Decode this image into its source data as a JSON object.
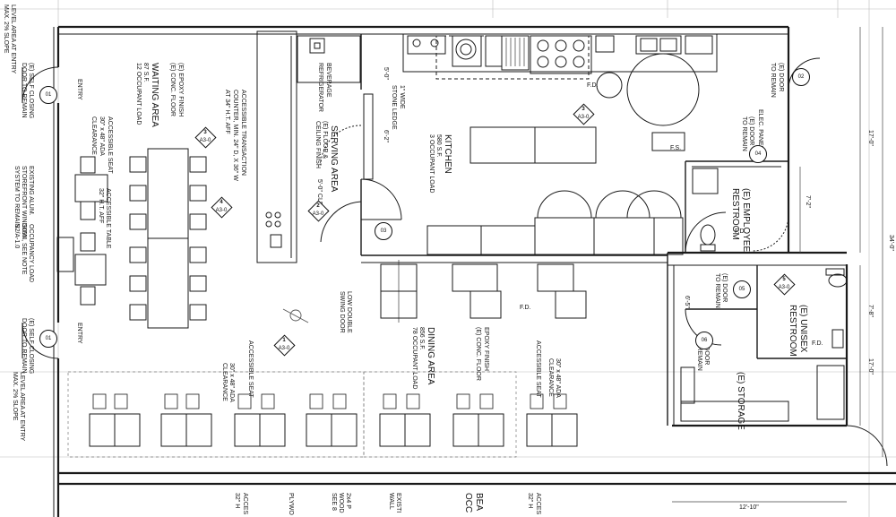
{
  "rooms": {
    "waiting": {
      "name": "WAITING AREA",
      "area": "87 S.F.",
      "load": "12 OCCUPANT LOAD",
      "finish_1": "(E) EPOXY FINISH",
      "finish_2": "(E) CONC. FLOOR"
    },
    "serving": {
      "name": "SERVING AREA",
      "note_1": "(E) FLOOR &",
      "note_2": "CEILING FINISH"
    },
    "kitchen": {
      "name": "KITCHEN",
      "area": "580 S.F.",
      "load": "3 OCCUPANT LOAD"
    },
    "dining": {
      "name": "DINING AREA",
      "area": "856 S.F.",
      "load": "78 OCCUPANT LOAD",
      "finish_1": "EPOXY FINISH",
      "finish_2": "(E) CONC. FLOOR"
    },
    "employee_restroom": {
      "name": "(E) EMPLOYEE",
      "name_2": "RESTROOM"
    },
    "unisex_restroom": {
      "name": "(E) UNISEX",
      "name_2": "RESTROOM"
    },
    "storage": {
      "name": "(E) STORAGE"
    }
  },
  "notes": {
    "transaction_1": "ACCESSIBLE TRANSACTION",
    "transaction_2": "COUNTER, MIN. 24\" D, X 36\" W",
    "transaction_3": "AT 34\" H.T. AFF",
    "beverage_1": "BEVERAGE",
    "beverage_2": "REFRIGERATOR",
    "stone_1": "1\" WIDE",
    "stone_2": "STONE LEDGE",
    "clr": "5'-0\" CLR",
    "dim_5_0": "5'-0\"",
    "dim_6_2": "6'-2\"",
    "swing_1": "LOW DOUBLE",
    "swing_2": "SWING DOOR",
    "acc_seat_1": "ACCESSIBLE SEAT",
    "acc_seat_2": "30\" x 48\" ADA",
    "acc_seat_3": "CLEARANCE",
    "acc_table_1": "ACCESSIBLE TABLE",
    "acc_table_2": "32\" H.T. AFF",
    "window_1": "EXISTING ALUM.",
    "window_2": "STOREFRONT WINDOW",
    "window_3": "SYSTEM TO REMAIN",
    "occ_1": "OCCUPANCY LOAD",
    "occ_2": "SIGN, SEE NOTE",
    "occ_3": "S2/A-1.0",
    "entry": "ENTRY",
    "self_close_1": "(E) SELF CLOSING",
    "self_close_2": "DOOR TO REMAIN",
    "level_1": "LEVEL AREA AT ENTRY",
    "level_2": "MAX. 2% SLOPE",
    "door_remain_1": "(E) DOOR",
    "door_remain_2": "TO REMAIN",
    "elec_1": "ELEC. PANEL",
    "fd": "F.D.",
    "fs": "F.S.",
    "dim_17_0": "17'-0\"",
    "dim_7_2": "7'-2\"",
    "dim_34_0": "34'-0\"",
    "dim_6_5": "6'-5\"",
    "dim_7_8": "7'-8\"",
    "dim_12_10": "12'-10\"",
    "bottom_1": "ACCES",
    "bottom_2": "32\" H",
    "bottom_3": "PLYWO",
    "bottom_4": "2x4 P",
    "bottom_5": "WOOD",
    "bottom_6": "SEE 8",
    "bottom_7": "EXISTI",
    "bottom_8": "WALL",
    "bottom_9": "BEA",
    "bottom_10": "OCC",
    "bottom_11": "ACCES",
    "bottom_12": "32\" H"
  },
  "door_tags": [
    "01",
    "01",
    "02",
    "03",
    "04",
    "05",
    "06"
  ],
  "section_marks": [
    {
      "num": "3",
      "sheet": "A3-0"
    },
    {
      "num": "4",
      "sheet": "A3-0"
    },
    {
      "num": "2",
      "sheet": "A3-0"
    },
    {
      "num": "3",
      "sheet": "A3-0"
    },
    {
      "num": "1",
      "sheet": "A3-0"
    },
    {
      "num": "5",
      "sheet": "A3-0"
    }
  ],
  "colors": {
    "line": "#1a1a1a",
    "light": "#9a9a9a",
    "fixture": "#555555"
  }
}
